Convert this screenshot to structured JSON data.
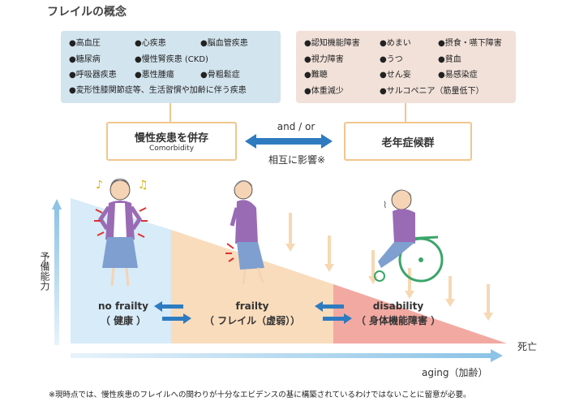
{
  "title": "フレイルの概念",
  "chronic_diseases": {
    "col1": [
      "●高血圧",
      "●糖尿病",
      "●呼吸器疾患"
    ],
    "col2": [
      "●心疾患",
      "●慢性腎疾患 (CKD)",
      "●悪性腫瘍"
    ],
    "col3": [
      "●脳血管疾患",
      "",
      "●骨粗鬆症"
    ],
    "last": "●変形性膝関節症等、生活習慣や加齢に伴う疾患"
  },
  "geriatric_syndromes": {
    "col1": [
      "●認知機能障害",
      "●視力障害",
      "●難聴",
      "●体重減少"
    ],
    "col2": [
      "●めまい",
      "●うつ",
      "●せん妄",
      "●サルコペニア（筋量低下）"
    ],
    "col3": [
      "●摂食・嚥下障害",
      "●貧血",
      "●易感染症",
      ""
    ]
  },
  "comorbidity": {
    "title": "慢性疾患を併存",
    "subtitle": "Comorbidity"
  },
  "geriatric": {
    "title": "老年症候群"
  },
  "relation": {
    "top": "and / or",
    "bottom": "相互に影響※"
  },
  "reserve_label": "予備能力",
  "stages": {
    "healthy": {
      "en": "no frailty",
      "jp": "（ 健康 ）"
    },
    "frailty": {
      "en": "frailty",
      "jp": "（ フレイル（虚弱））"
    },
    "disability": {
      "en": "disability",
      "jp": "（ 身体機能障害 ）"
    }
  },
  "death_label": "死亡",
  "aging_label": "aging（加齢）",
  "footnote": "※現時点では、慢性疾患のフレイルへの関わりが十分なエビデンスの基に構築されているわけではないことに留意が必要。",
  "colors": {
    "healthy": "#d7ebf8",
    "frailty": "#f9dcbc",
    "disability": "#f2a9a2",
    "blue_box": "#d2e4ee",
    "peach_box": "#f1e1d9",
    "arrow_blue": "#2e7bc0"
  },
  "icons": [
    "person-healthy-icon",
    "person-frail-icon",
    "person-wheelchair-icon",
    "music-note-icon"
  ]
}
